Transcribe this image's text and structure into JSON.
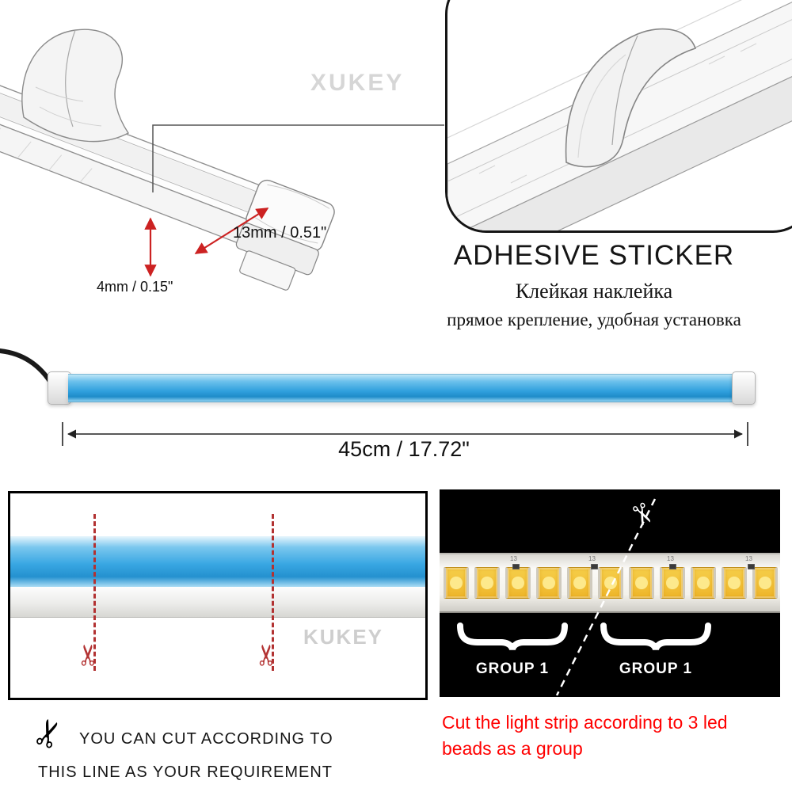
{
  "icons": {
    "scissors": "✂"
  },
  "sketch": {
    "width_label": "13mm / 0.51\"",
    "thickness_label": "4mm / 0.15\""
  },
  "adhesive_section": {
    "title": "ADHESIVE STICKER",
    "subtitle_ru_1": "Клейкая наклейка",
    "subtitle_ru_2": "прямое крепление, удобная установка"
  },
  "strip": {
    "length_label": "45cm / 17.72\""
  },
  "cut_section": {
    "caption_line_1": "YOU CAN CUT ACCORDING TO",
    "caption_line_2": "THIS LINE AS YOUR REQUIREMENT"
  },
  "group_section": {
    "group_label_left": "GROUP 1",
    "group_label_right": "GROUP 1",
    "pcb_marking": "13",
    "note_line_1": "Cut the light strip according to 3 led",
    "note_line_2": "beads as a group"
  },
  "watermarks": {
    "top": "XUKEY",
    "cut_box": "KUKEY"
  },
  "colors": {
    "strip_blue": "#2f9fdd",
    "dimension_red": "#cc2222",
    "note_red": "#ff0000",
    "led_yellow": "#eeb52a"
  }
}
